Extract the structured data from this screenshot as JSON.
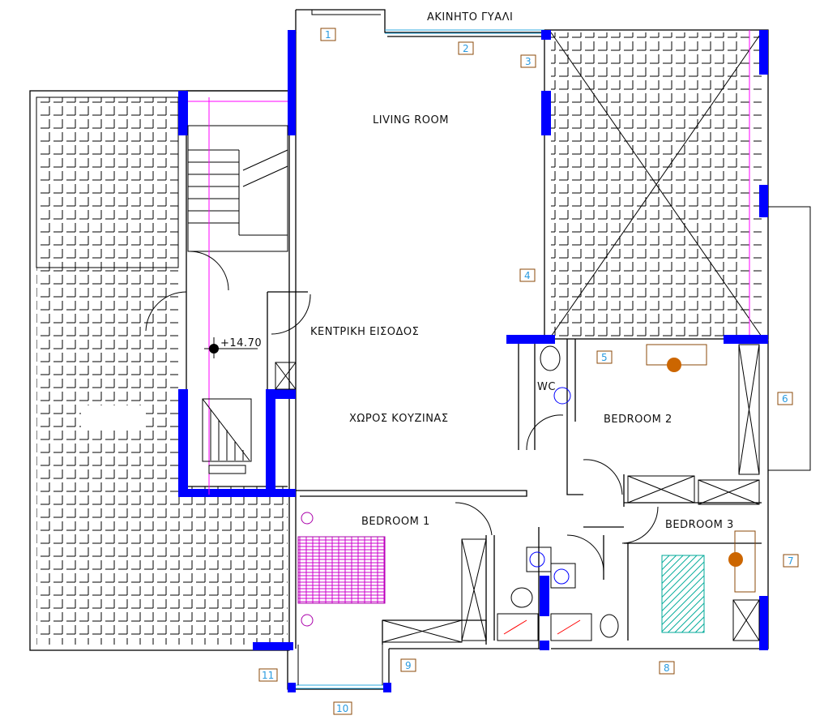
{
  "plan": {
    "title_glass": "ΑΚΙΝΗΤΟ ΓΥΑΛΙ",
    "rooms": {
      "living_room": "LIVING ROOM",
      "main_entrance": "ΚΕΝΤΡΙΚΗ ΕΙΣΟΔΟΣ",
      "kitchen_area": "ΧΩΡΟΣ ΚΟΥΖΙΝΑΣ",
      "bedroom1": "BEDROOM 1",
      "bedroom2": "BEDROOM 2",
      "bedroom3": "BEDROOM 3",
      "wc": "WC"
    },
    "level_mark": "+14.70",
    "openings": [
      "1",
      "2",
      "3",
      "4",
      "5",
      "6",
      "7",
      "8",
      "9",
      "10",
      "11"
    ]
  },
  "colors": {
    "wall": "#0000ff",
    "guide": "#ff00ff",
    "glass": "#2aa8e0",
    "tag_border": "#8b4a0a"
  }
}
